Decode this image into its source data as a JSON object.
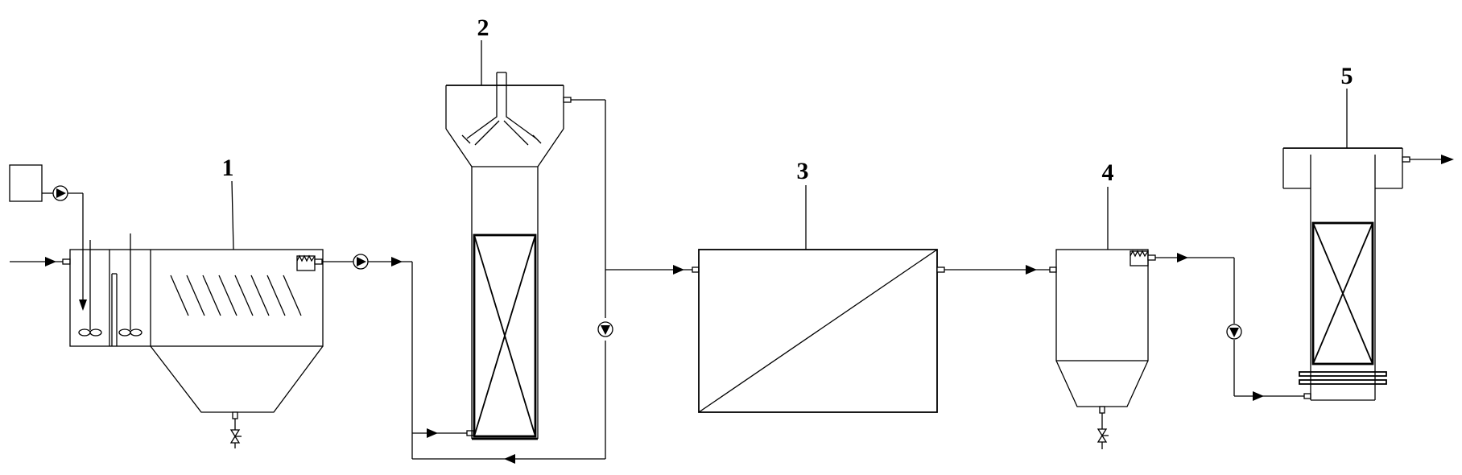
{
  "labels": {
    "unit_1": "1",
    "unit_2": "2",
    "unit_3": "3",
    "unit_4": "4",
    "unit_5": "5"
  }
}
